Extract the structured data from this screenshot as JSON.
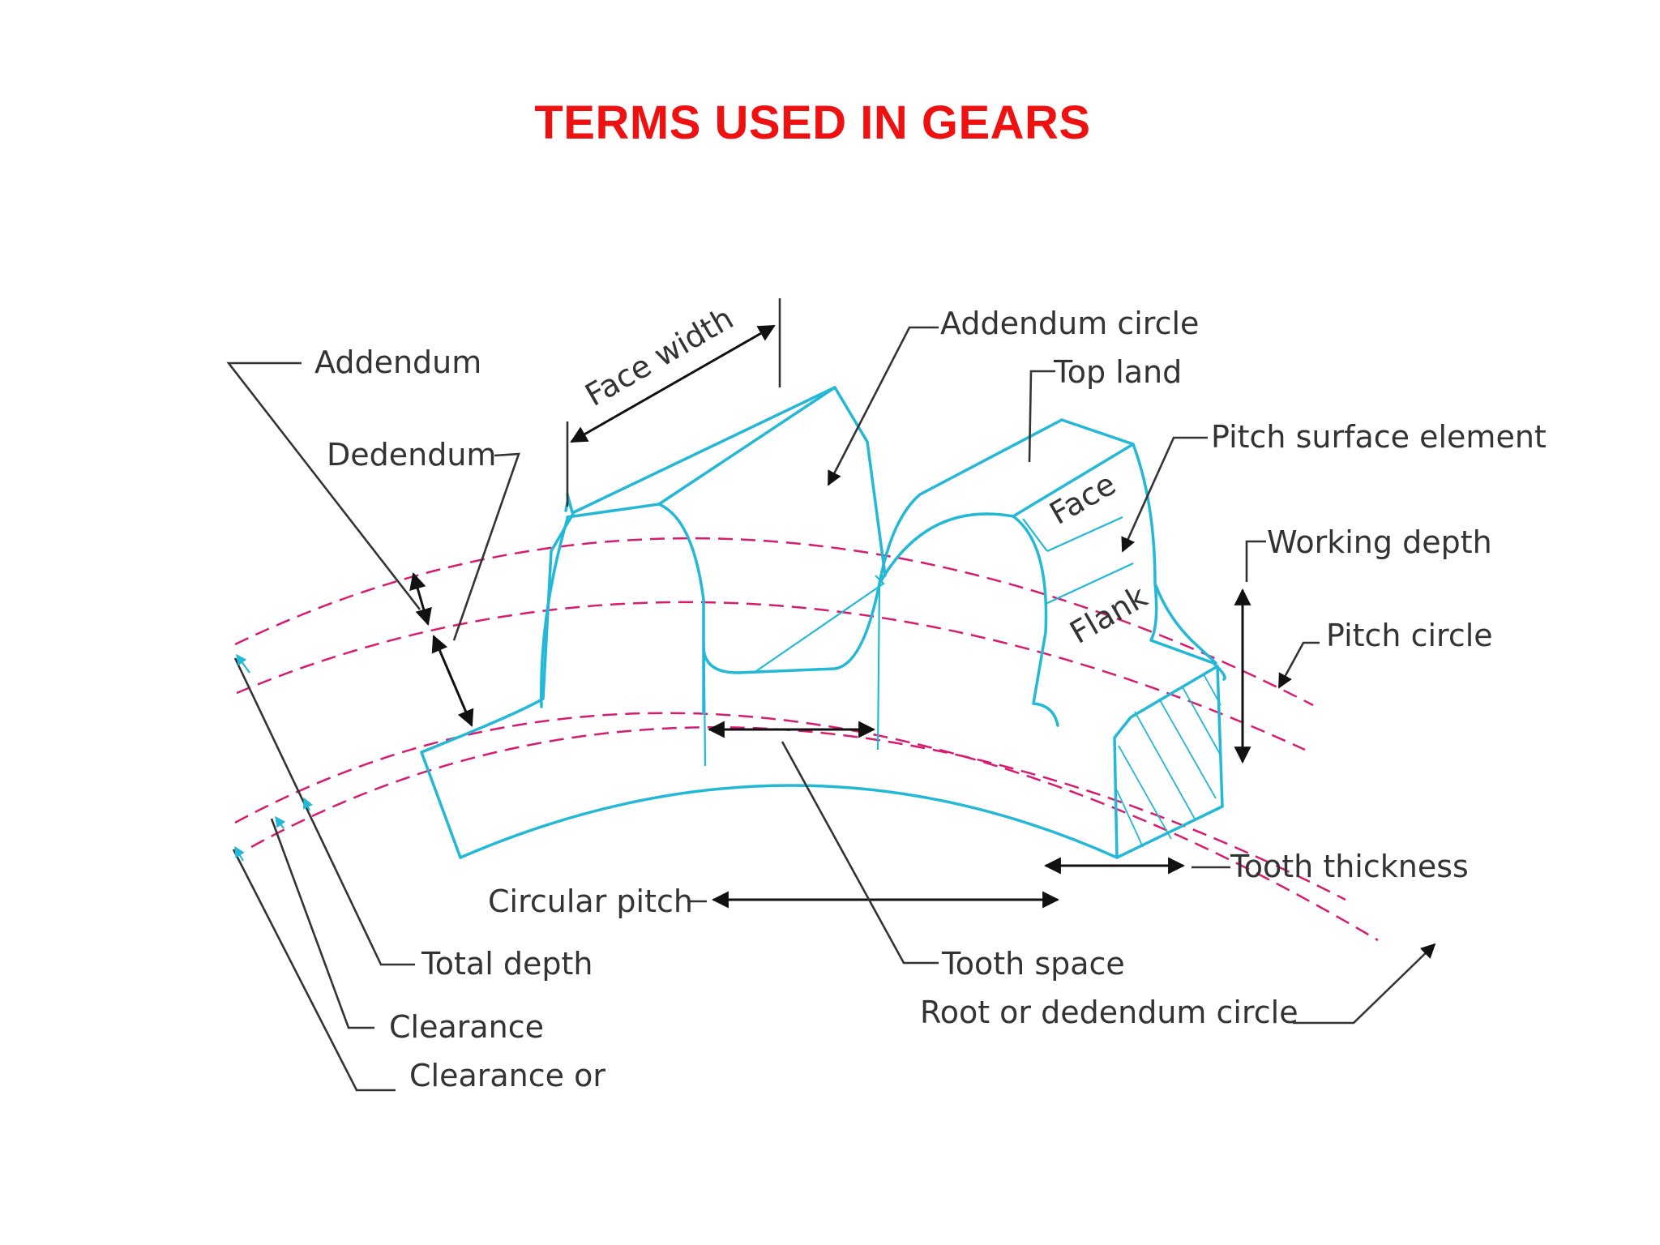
{
  "title": "TERMS USED IN GEARS",
  "colors": {
    "title": "#ee1111",
    "gear_outline": "#22b8d6",
    "circles": "#d81b70",
    "leaders": "#333333"
  },
  "labels": {
    "addendum": "Addendum",
    "dedendum": "Dedendum",
    "face_width": "Face width",
    "addendum_circle": "Addendum circle",
    "top_land": "Top land",
    "pitch_surface_element": "Pitch surface element",
    "face": "Face",
    "flank": "Flank",
    "working_depth": "Working depth",
    "pitch_circle": "Pitch circle",
    "tooth_thickness": "Tooth thickness",
    "circular_pitch": "Circular pitch",
    "tooth_space": "Tooth space",
    "root_circle": "Root or dedendum circle",
    "total_depth": "Total depth",
    "clearance": "Clearance",
    "clearance_or": "Clearance or"
  }
}
